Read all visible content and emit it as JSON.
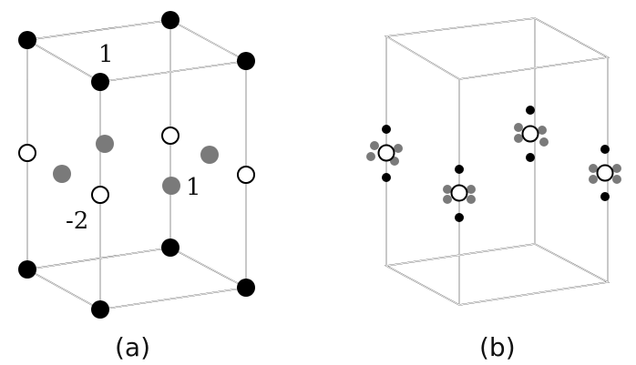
{
  "panels": [
    {
      "caption": "(a)",
      "site_labels": [
        "1",
        "-2",
        "1"
      ]
    },
    {
      "caption": "(b)"
    }
  ],
  "colors": {
    "line": "#222222",
    "black_atom": "#000000",
    "open_atom_fill": "#ffffff",
    "gray_atom": "#7a7a7a"
  }
}
